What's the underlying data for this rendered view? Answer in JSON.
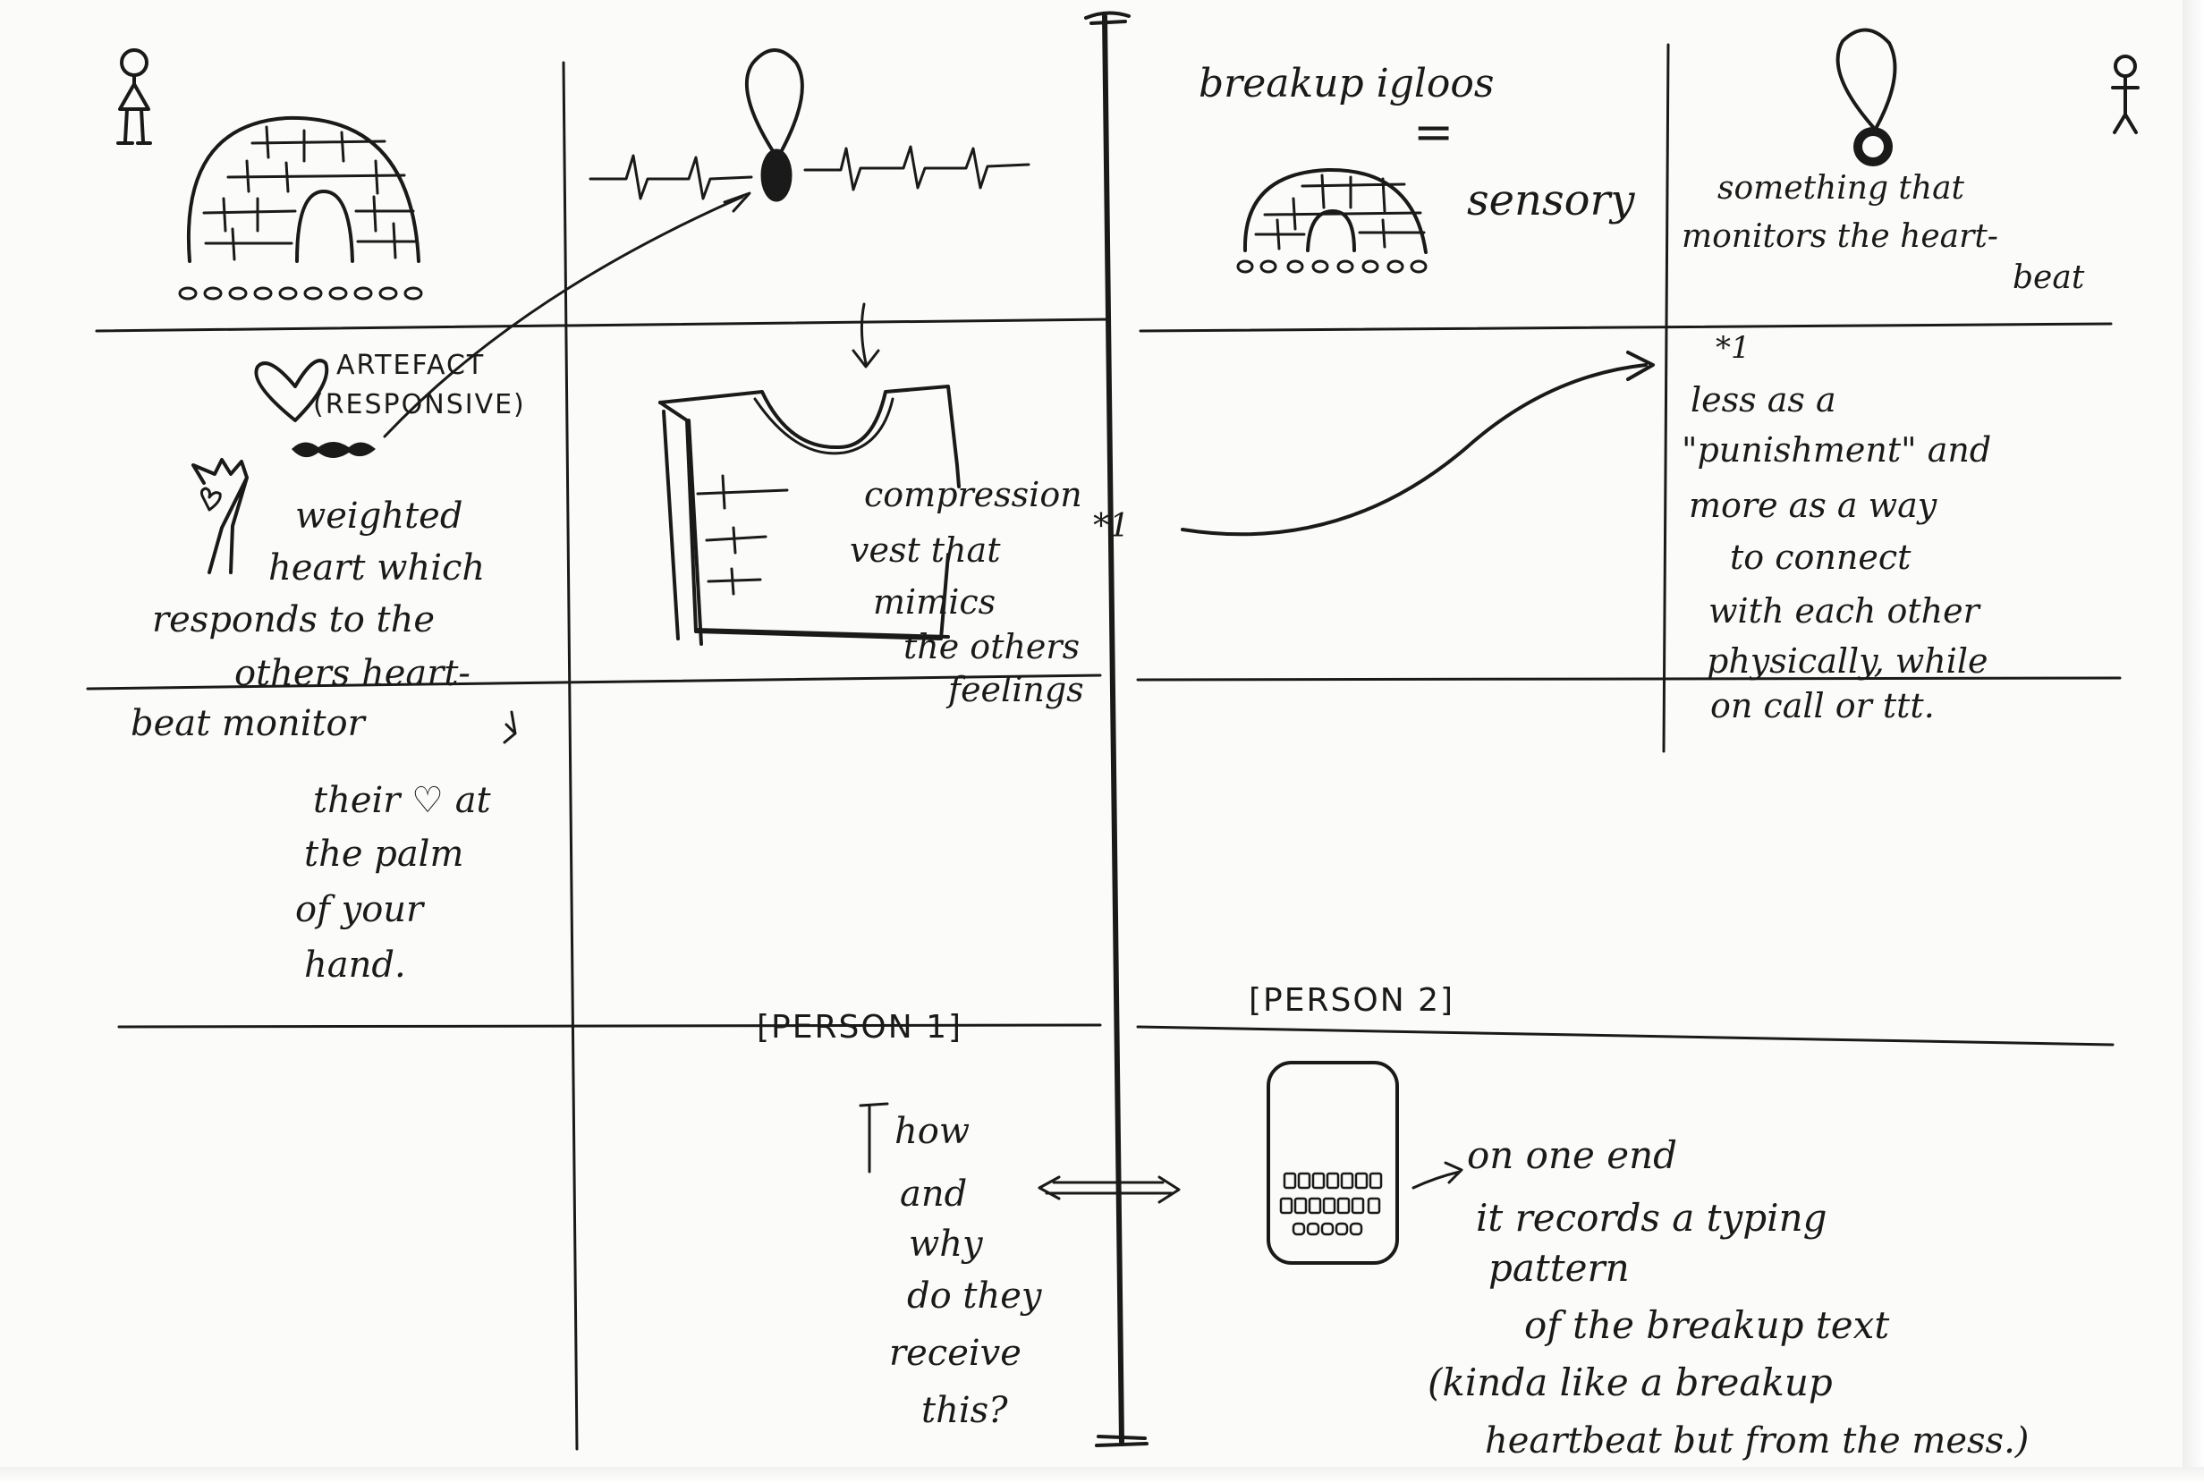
{
  "title": "breakup igloos",
  "equals_mark": "=",
  "subtitle": "sensory",
  "left_panel": {
    "artefact_line1": "ARTEFACT",
    "artefact_line2": "(RESPONSIVE)",
    "heart_note_lines": [
      "weighted",
      "heart which",
      "responds to the",
      "others heart-",
      "beat monitor"
    ],
    "palm_note_lines": [
      "their ♡ at",
      "the palm",
      "of your",
      "hand."
    ]
  },
  "center_left": {
    "vest_note_lines": [
      "compression",
      "vest that",
      "mimics",
      "the others",
      "feelings"
    ],
    "star_label": "*1",
    "person_label": "[PERSON 1]",
    "question_lines": [
      "how",
      "and",
      "why",
      "do they",
      "receive",
      "this?"
    ]
  },
  "right_panel": {
    "monitor_note_lines": [
      "something that",
      "monitors the heart-",
      "beat"
    ],
    "star_label": "*1",
    "star_note_lines": [
      "less as a",
      "\"punishment\" and",
      "more as a way",
      "to connect",
      "with each other",
      "physically, while",
      "on call or ttt."
    ],
    "person_label": "[PERSON 2]",
    "phone_note_lines": [
      "on one end",
      "it records a typing",
      "pattern",
      "of the breakup text",
      "(kinda like a breakup",
      "heartbeat but from the mess.)"
    ]
  }
}
